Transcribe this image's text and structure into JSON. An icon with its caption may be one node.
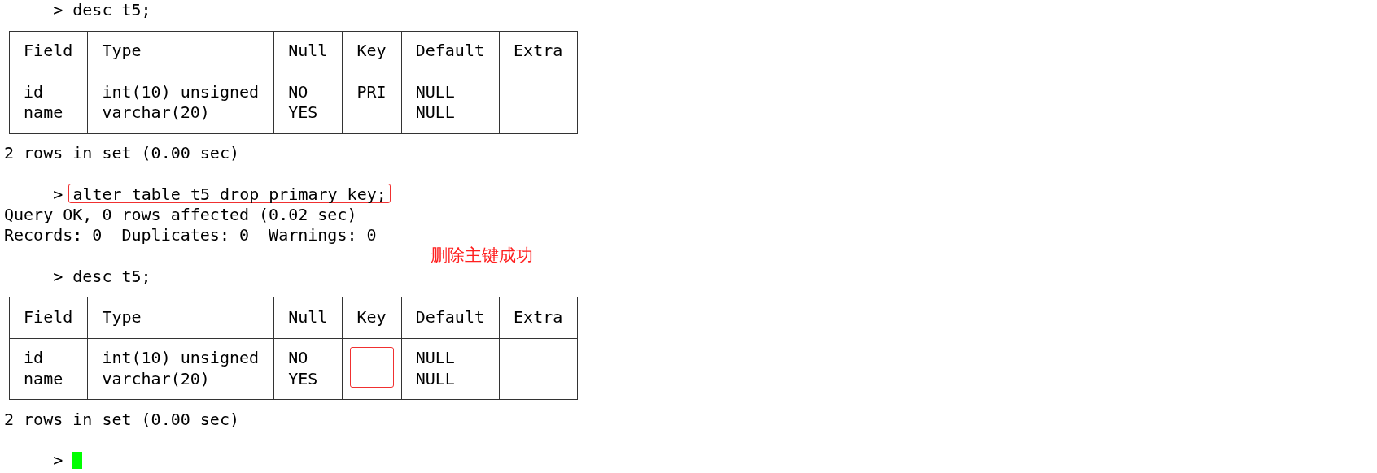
{
  "diagram": {
    "nodes": [
      {
        "text": [
          "alter table t5 drop primary key;"
        ]
      },
      {
        "text": [],
        "shape": "box"
      }
    ],
    "labels": [
      "> desc t5;",
      "Field",
      "Type",
      "Null",
      "Key",
      "Default",
      "Extra",
      "id",
      "int(10) unsigned",
      "NO",
      "PRI",
      "NULL",
      "name",
      "varchar(20)",
      "YES",
      "NULL",
      "2 rows in set (0.00 sec)",
      ">",
      "Query OK, 0 rows affected (0.02 sec)",
      "Records: 0  Duplicates: 0  Warnings: 0",
      "删除主键成功",
      "> desc t5;",
      "Field",
      "Type",
      "Null",
      "Key",
      "Default",
      "Extra",
      "id",
      "int(10) unsigned",
      "NO",
      "NULL",
      "name",
      "varchar(20)",
      "YES",
      "NULL",
      "2 rows in set (0.00 sec)",
      ">"
    ]
  }
}
